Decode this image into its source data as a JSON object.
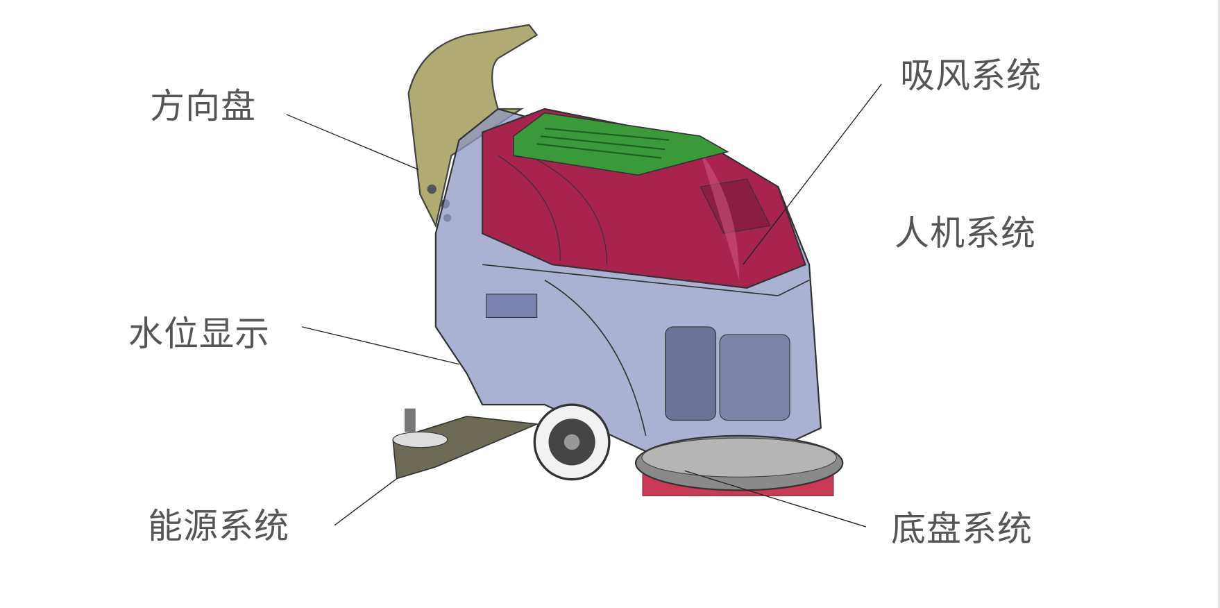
{
  "labels": {
    "steering": "方向盘",
    "suction": "吸风系统",
    "hmi": "人机系统",
    "water_level": "水位显示",
    "power": "能源系统",
    "chassis": "底盘系统"
  },
  "colors": {
    "label_text": "#555555",
    "cover": "#a8244f",
    "lid": "#3a9a3a",
    "handle": "#a9a46a",
    "body_transparent": "#8f97c4",
    "brush": "#c83a55"
  }
}
